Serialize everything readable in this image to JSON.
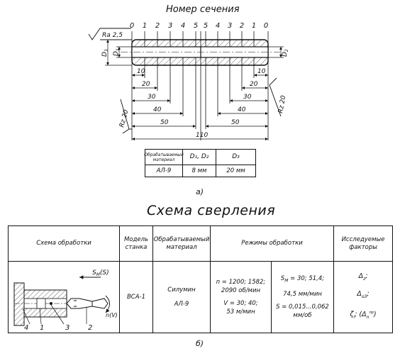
{
  "top": {
    "title": "Номер сечения",
    "section_numbers": [
      "0",
      "1",
      "2",
      "3",
      "4",
      "5",
      "5",
      "4",
      "3",
      "2",
      "1",
      "0"
    ],
    "roughness_ra": "Ra 2,5",
    "roughness_rz_left": "Rz 20",
    "roughness_rz_right": "Rz 20",
    "d1_label": "D",
    "d1_sub": "1",
    "d3_label": "D",
    "d3_sub": "3",
    "d2_label": "D",
    "d2_sub": "2",
    "dims_left": [
      "10",
      "20",
      "30",
      "40",
      "50"
    ],
    "dims_right": [
      "10",
      "20",
      "30",
      "40",
      "50"
    ],
    "dim_total": "110",
    "caption": "а)"
  },
  "spec_table": {
    "headers": [
      "Обрабатываемый материал",
      "D₁, D₂",
      "D₃"
    ],
    "row": [
      "АЛ-9",
      "8 мм",
      "20 мм"
    ]
  },
  "bottom": {
    "title": "Схема сверления",
    "headers": {
      "scheme": "Схема обработки",
      "model": "Модель станка",
      "material": "Обрабатываемый материал",
      "modes": "Режимы обработки",
      "factors": "Исследуемые факторы"
    },
    "row": {
      "model": "ВСА-1",
      "material_1": "Силумин",
      "material_2": "АЛ-9",
      "mode_a_1": "n = 1200; 1582;",
      "mode_a_2": "2090 об/мин",
      "mode_a_3": "V = 30; 40;",
      "mode_a_4": "53 м/мин",
      "mode_b_1": "S",
      "mode_b_1_sub": "M",
      "mode_b_1_rest": " = 30; 51,4;",
      "mode_b_2": "74,5 мм/мин",
      "mode_b_3": "S = 0,015...0,062",
      "mode_b_4": "мм/об",
      "factor_1": "Δ",
      "factor_1_sub": "z",
      "factor_2": "Δ",
      "factor_2_sub": "о3",
      "factor_3": "ζ",
      "factor_3_sub": "i",
      "factor_3_rest": "; (Δ",
      "factor_3_sub2": "n",
      "factor_3_sup": "пр",
      "factor_3_end": ")"
    },
    "scheme_labels": {
      "sm": "S",
      "sm_sub": "M",
      "sm_rest": "(S)",
      "nv": "n(V)",
      "n1": "1",
      "n2": "2",
      "n3": "3",
      "n4": "4"
    },
    "caption": "б)"
  }
}
